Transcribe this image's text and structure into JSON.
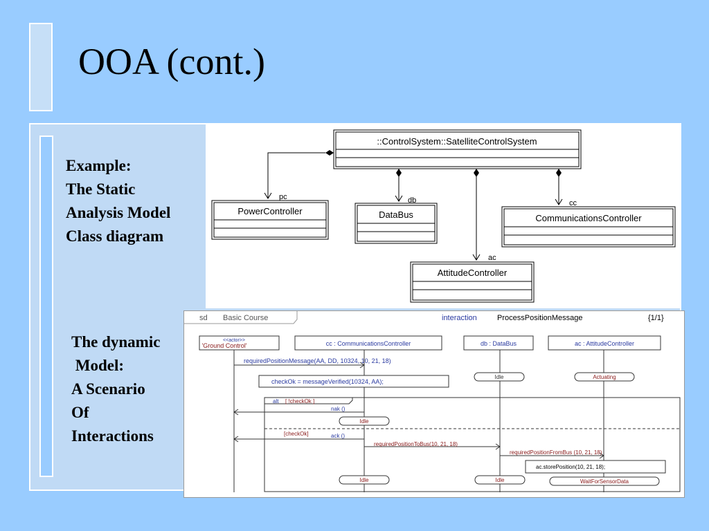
{
  "slide": {
    "title": "OOA (cont.)",
    "caption_static": "Example:\nThe Static\nAnalysis Model\nClass diagram",
    "caption_dynamic": "The dynamic\n Model:\nA Scenario\nOf\nInteractions"
  },
  "class_diagram": {
    "classes": {
      "root": "::ControlSystem::SatelliteControlSystem",
      "power": "PowerController",
      "databus": "DataBus",
      "comms": "CommunicationsController",
      "attitude": "AttitudeController"
    },
    "roles": {
      "pc": "pc",
      "db": "db",
      "cc": "cc",
      "ac": "ac"
    }
  },
  "sequence_diagram": {
    "frame_kind": "sd",
    "frame_name": "Basic Course",
    "interaction_keyword": "interaction",
    "interaction_name": "ProcessPositionMessage",
    "page": "{1/1}",
    "lifelines": {
      "ground_stereo": "<<actor>>",
      "ground": "'Ground Control'",
      "cc": "cc : CommunicationsController",
      "db": "db : DataBus",
      "ac": "ac : AttitudeController"
    },
    "messages": {
      "m1": "requiredPositionMessage(AA, DD, 10324, 10, 21, 18)",
      "check": "checkOk = messageVerified(10324, AA);",
      "nak": "nak ()",
      "ack": "ack ()",
      "to_bus": "requiredPositionToBus(10, 21, 18)",
      "from_bus": "requiredPositionFromBus (10, 21, 18)",
      "store": "ac.storePosition(10, 21, 18);"
    },
    "alt": {
      "keyword": "alt",
      "guard1": "[ !checkOk ]",
      "guard2": "[checkOk]"
    },
    "states": {
      "db_idle_1": "Idle",
      "ac_actuating": "Actuating",
      "cc_idle_1": "Idle",
      "cc_idle_2": "Idle",
      "db_idle_2": "Idle",
      "ac_wait": "WaitForSensorData"
    }
  }
}
